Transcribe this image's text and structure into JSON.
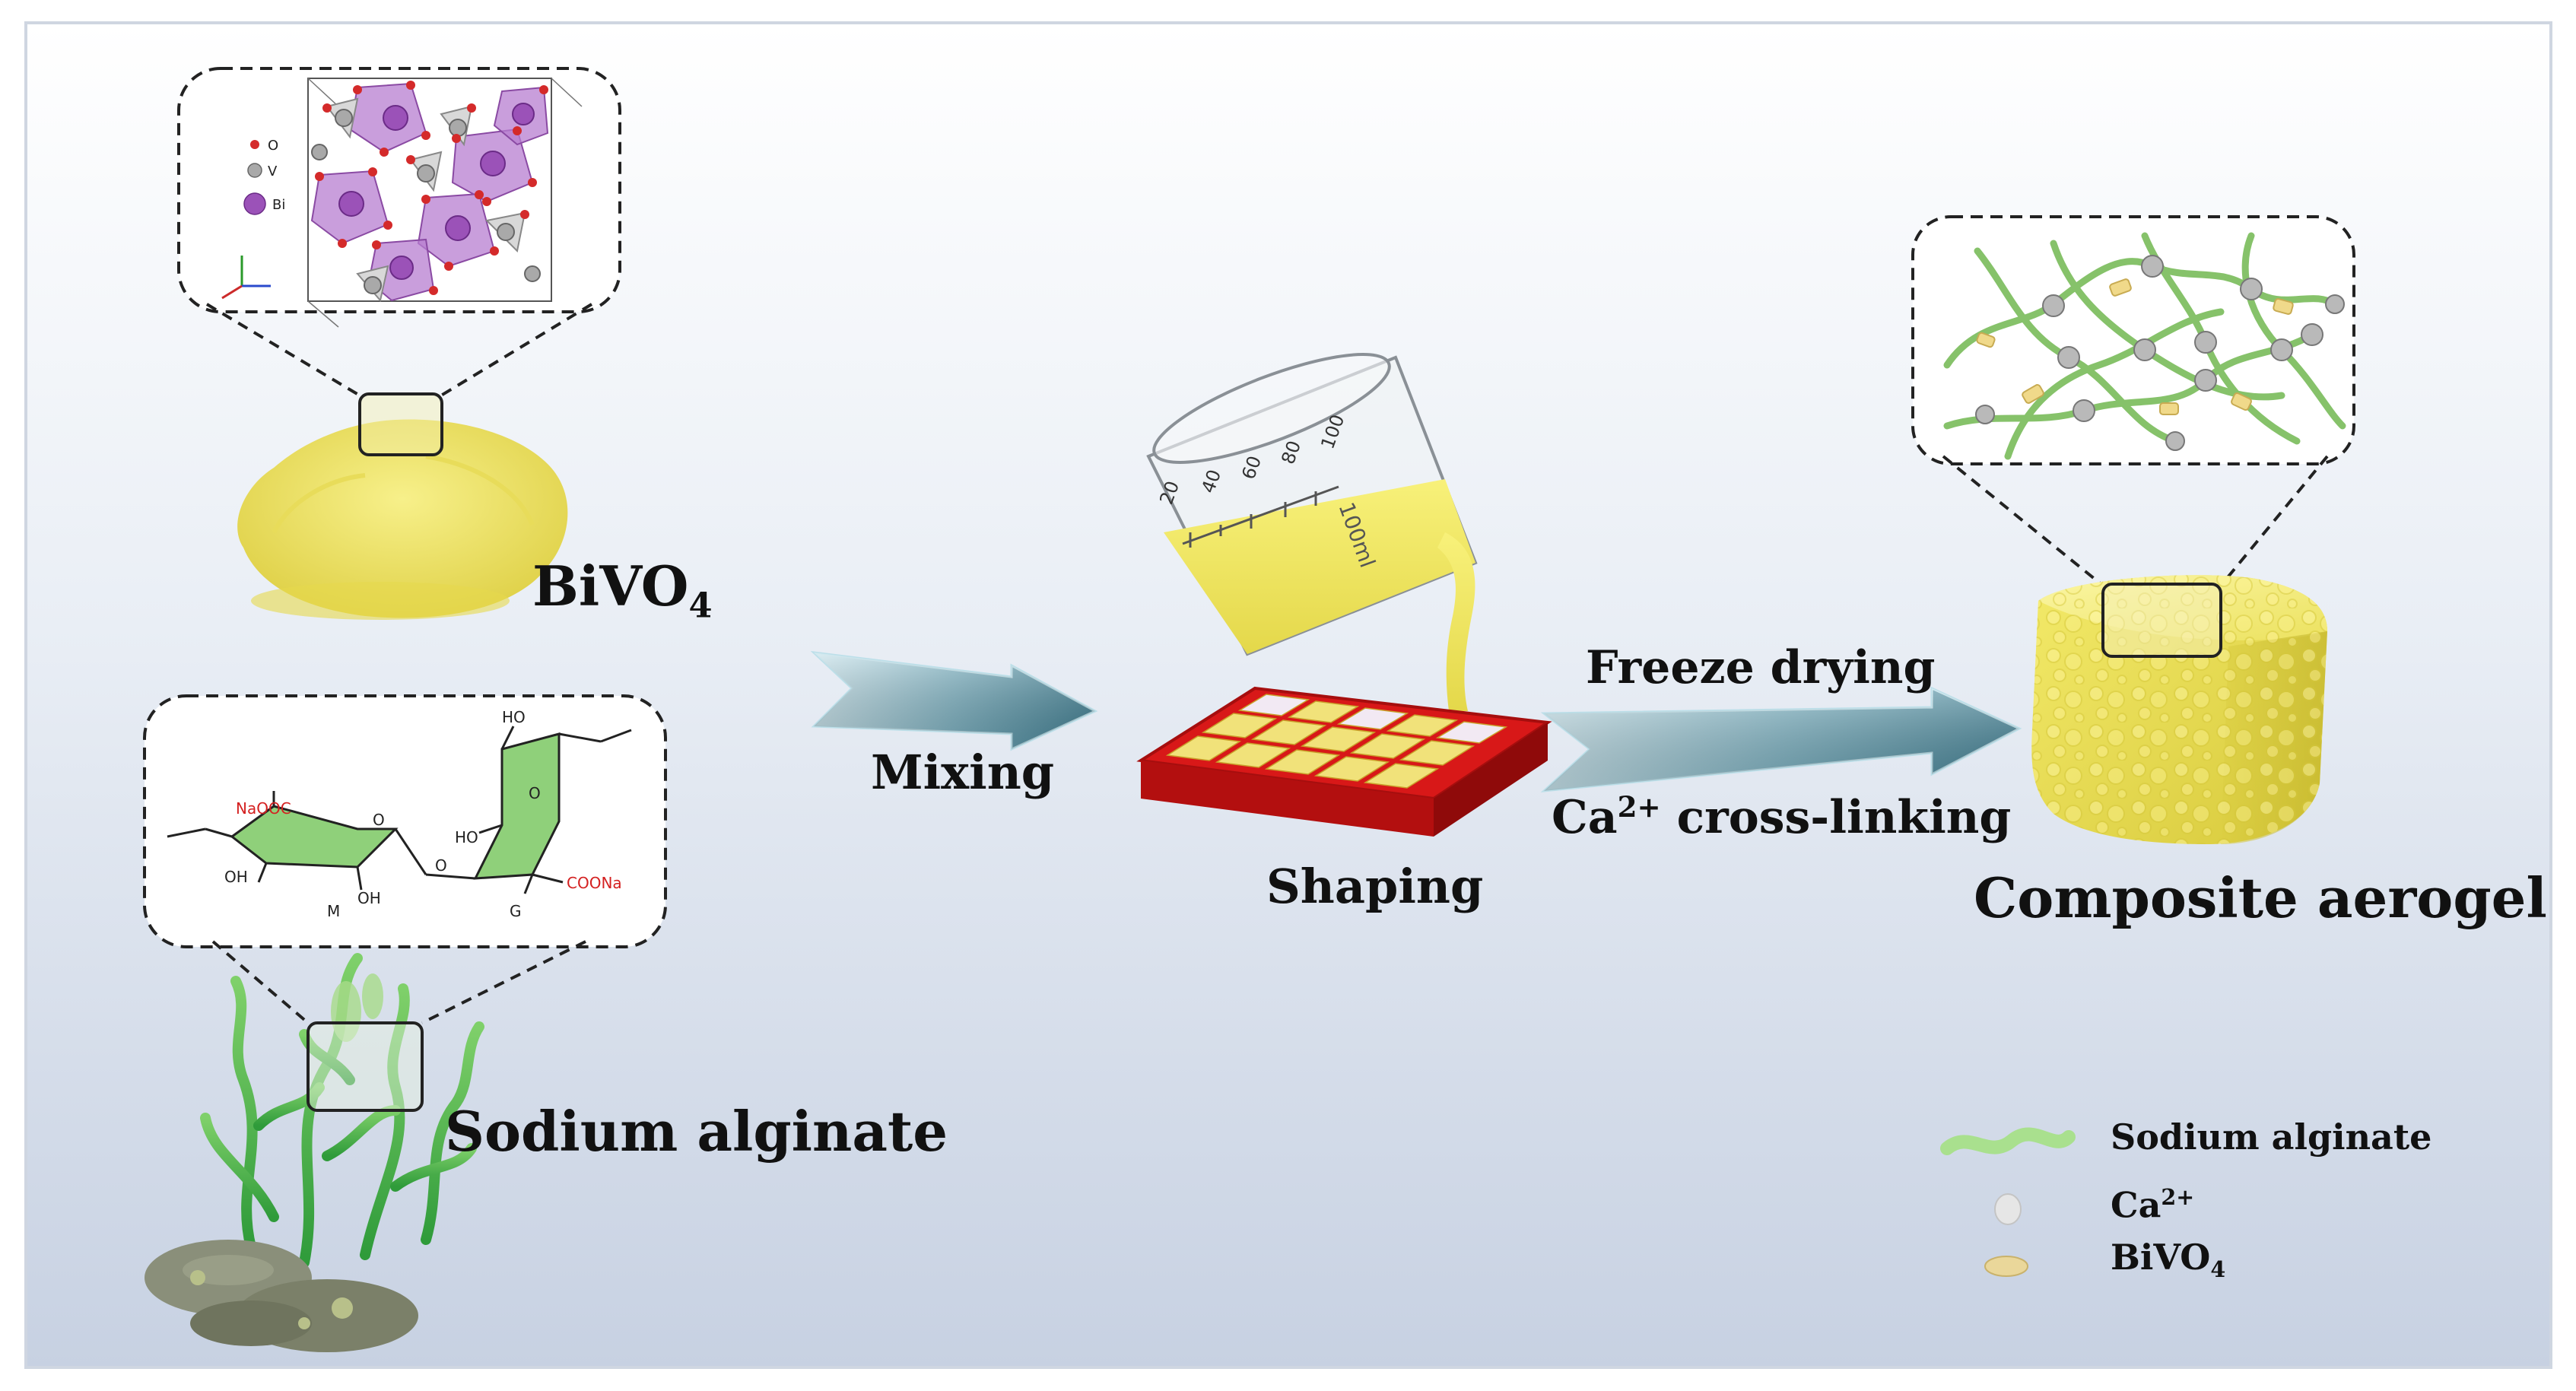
{
  "labels": {
    "bivo4": {
      "main": "BiVO",
      "sub": "4"
    },
    "sodium_alginate": "Sodium alginate",
    "mixing": "Mixing",
    "shaping": "Shaping",
    "freeze_drying": "Freeze drying",
    "cross_linking": {
      "ion": "Ca",
      "charge": "2+",
      "text": " cross-linking"
    },
    "composite_aerogel": "Composite aerogel"
  },
  "crystal_legend": {
    "o": "O",
    "v": "V",
    "bi": "Bi"
  },
  "alginate_structure": {
    "naooc": "NaOOC",
    "coona": "COONa",
    "oh_left": "OH",
    "oh_bottom": "OH",
    "ho_top": "HO",
    "ho_mid": "HO",
    "ring_o1": "O",
    "ring_o2": "O",
    "link_o": "O",
    "m": "M",
    "g": "G"
  },
  "beaker": {
    "ticks": [
      "20",
      "40",
      "60",
      "80",
      "100"
    ],
    "volume": "100ml"
  },
  "legend": {
    "sodium_alginate": "Sodium alginate",
    "ca": {
      "ion": "Ca",
      "charge": "2+"
    },
    "bivo4": {
      "main": "BiVO",
      "sub": "4"
    }
  },
  "colors": {
    "yellow": "#f2e866",
    "yellow_dark": "#d8cc3a",
    "fiber": "#86c26a",
    "mold_red": "#d81818",
    "arrow": "#4f8fa3",
    "purple": "#9b52b8",
    "dash": "#222222"
  }
}
